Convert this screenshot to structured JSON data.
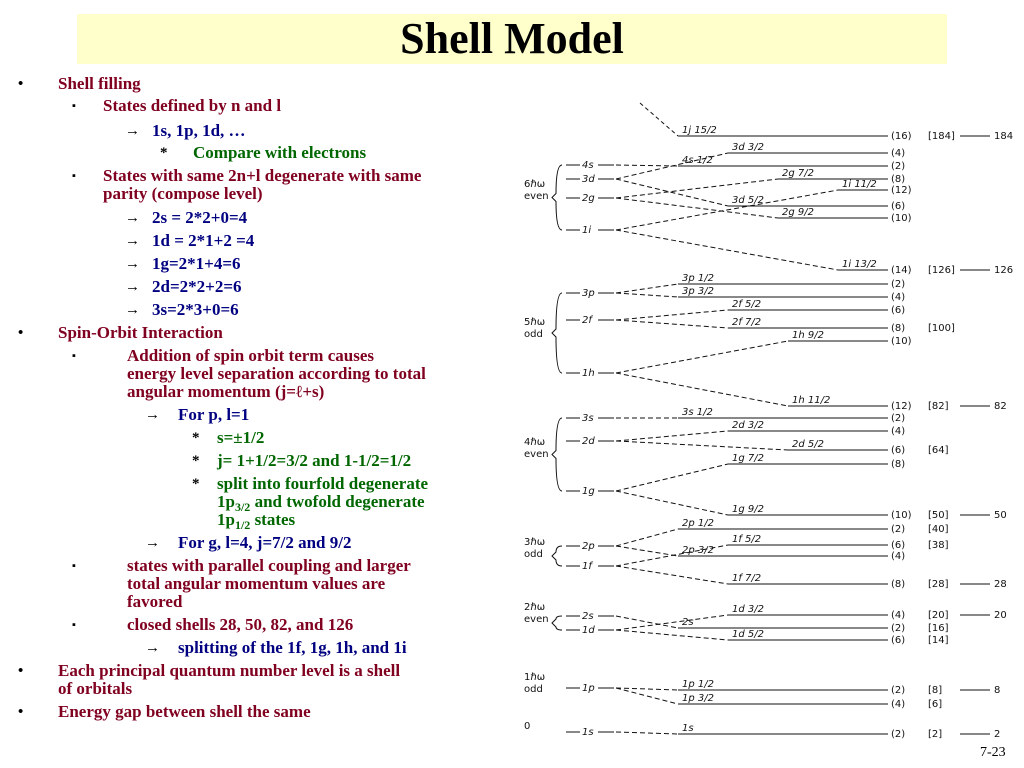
{
  "title": "Shell Model",
  "page_number": "7-23",
  "bullets": [
    {
      "text": "Shell filling",
      "color": "#800020"
    },
    {
      "text": "States defined by n and l",
      "color": "#800020"
    },
    {
      "text": "1s, 1p, 1d, …",
      "color": "#000080"
    },
    {
      "text": "Compare with electrons",
      "color": "#006600"
    },
    {
      "text": "States with same 2n+l degenerate with same parity  (compose level)",
      "line1": "States with same 2n+l degenerate with same",
      "line2": "parity  (compose level)",
      "color": "#800020"
    },
    {
      "text": "2s = 2*2+0=4",
      "color": "#000080"
    },
    {
      "text": "1d = 2*1+2 =4",
      "color": "#000080"
    },
    {
      "text": "1g=2*1+4=6",
      "color": "#000080"
    },
    {
      "text": "2d=2*2+2=6",
      "color": "#000080"
    },
    {
      "text": "3s=2*3+0=6",
      "color": "#000080"
    },
    {
      "text": "Spin-Orbit Interaction",
      "color": "#800020"
    },
    {
      "line1": "Addition of spin orbit term causes",
      "line2": "energy level separation according to total",
      "line3": "angular momentum (j=ℓ+s)",
      "color": "#800020"
    },
    {
      "text": "For p, l=1",
      "color": "#000080"
    },
    {
      "text": "s=±1/2",
      "color": "#006600"
    },
    {
      "text": "j= 1+1/2=3/2 and 1-1/2=1/2",
      "color": "#006600"
    },
    {
      "line1": "split into fourfold degenerate",
      "line2a": "1p",
      "line2sub": "3/2",
      "line2b": " and twofold degenerate",
      "line3a": "1p",
      "line3sub": "1/2",
      "line3b": " states",
      "color": "#006600"
    },
    {
      "text": "For g, l=4, j=7/2 and 9/2",
      "color": "#000080"
    },
    {
      "line1": "states with parallel coupling and larger",
      "line2": "total angular momentum values are",
      "line3": "favored",
      "color": "#800020"
    },
    {
      "text": "closed shells 28, 50, 82, and 126",
      "color": "#800020"
    },
    {
      "text": "splitting of the 1f, 1g, 1h, and 1i",
      "color": "#000080"
    },
    {
      "line1": "Each principal quantum number level is a shell",
      "line2": "of orbitals",
      "color": "#800020"
    },
    {
      "text": "Energy gap between shell the same",
      "color": "#800020"
    }
  ],
  "markers": {
    "dot": "•",
    "square": "▪",
    "arrow": "→",
    "star": "*"
  },
  "diagram": {
    "groups": [
      {
        "label1": "6ℏω",
        "label2": "even",
        "left_levels": [
          "4s",
          "3d",
          "2g",
          "1i"
        ]
      },
      {
        "label1": "5ℏω",
        "label2": "odd",
        "left_levels": [
          "3p",
          "2f",
          "1h"
        ]
      },
      {
        "label1": "4ℏω",
        "label2": "even",
        "left_levels": [
          "3s",
          "2d",
          "1g"
        ]
      },
      {
        "label1": "3ℏω",
        "label2": "odd",
        "left_levels": [
          "2p",
          "1f"
        ]
      },
      {
        "label1": "2ℏω",
        "label2": "even",
        "left_levels": [
          "2s",
          "1d"
        ]
      },
      {
        "label1": "1ℏω",
        "label2": "odd",
        "left_levels": [
          "1p"
        ]
      },
      {
        "label1": "0",
        "label2": "",
        "left_levels": [
          "1s"
        ]
      }
    ],
    "split_levels": [
      {
        "label": "1j 15/2",
        "deg": "(16)",
        "total": "[184]",
        "magic": "184"
      },
      {
        "label": "3d 3/2",
        "deg": "(4)",
        "total": "",
        "magic": ""
      },
      {
        "label": "4s 1/2",
        "deg": "(2)",
        "total": "",
        "magic": ""
      },
      {
        "label": "2g 7/2",
        "deg": "(8)",
        "total": "",
        "magic": ""
      },
      {
        "label": "1i 11/2",
        "deg": "(12)",
        "total": "",
        "magic": ""
      },
      {
        "label": "3d 5/2",
        "deg": "(6)",
        "total": "",
        "magic": ""
      },
      {
        "label": "2g 9/2",
        "deg": "(10)",
        "total": "",
        "magic": ""
      },
      {
        "label": "1i 13/2",
        "deg": "(14)",
        "total": "[126]",
        "magic": "126"
      },
      {
        "label": "3p 1/2",
        "deg": "(2)",
        "total": "",
        "magic": ""
      },
      {
        "label": "3p 3/2",
        "deg": "(4)",
        "total": "",
        "magic": ""
      },
      {
        "label": "2f 5/2",
        "deg": "(6)",
        "total": "",
        "magic": ""
      },
      {
        "label": "2f 7/2",
        "deg": "(8)",
        "total": "[100]",
        "magic": ""
      },
      {
        "label": "1h 9/2",
        "deg": "(10)",
        "total": "",
        "magic": ""
      },
      {
        "label": "1h 11/2",
        "deg": "(12)",
        "total": "[82]",
        "magic": "82"
      },
      {
        "label": "3s 1/2",
        "deg": "(2)",
        "total": "",
        "magic": ""
      },
      {
        "label": "2d 3/2",
        "deg": "(4)",
        "total": "",
        "magic": ""
      },
      {
        "label": "2d 5/2",
        "deg": "(6)",
        "total": "[64]",
        "magic": ""
      },
      {
        "label": "1g 7/2",
        "deg": "(8)",
        "total": "",
        "magic": ""
      },
      {
        "label": "1g 9/2",
        "deg": "(10)",
        "total": "[50]",
        "magic": "50"
      },
      {
        "label": "2p 1/2",
        "deg": "(2)",
        "total": "[40]",
        "magic": ""
      },
      {
        "label": "1f 5/2",
        "deg": "(6)",
        "total": "[38]",
        "magic": ""
      },
      {
        "label": "2p 3/2",
        "deg": "(4)",
        "total": "",
        "magic": ""
      },
      {
        "label": "1f 7/2",
        "deg": "(8)",
        "total": "[28]",
        "magic": "28"
      },
      {
        "label": "1d 3/2",
        "deg": "(4)",
        "total": "[20]",
        "magic": "20"
      },
      {
        "label": "2s",
        "deg": "(2)",
        "total": "[16]",
        "magic": ""
      },
      {
        "label": "1d 5/2",
        "deg": "(6)",
        "total": "[14]",
        "magic": ""
      },
      {
        "label": "1p 1/2",
        "deg": "(2)",
        "total": "[8]",
        "magic": "8"
      },
      {
        "label": "1p 3/2",
        "deg": "(4)",
        "total": "[6]",
        "magic": ""
      },
      {
        "label": "1s",
        "deg": "(2)",
        "total": "[2]",
        "magic": "2"
      }
    ]
  }
}
